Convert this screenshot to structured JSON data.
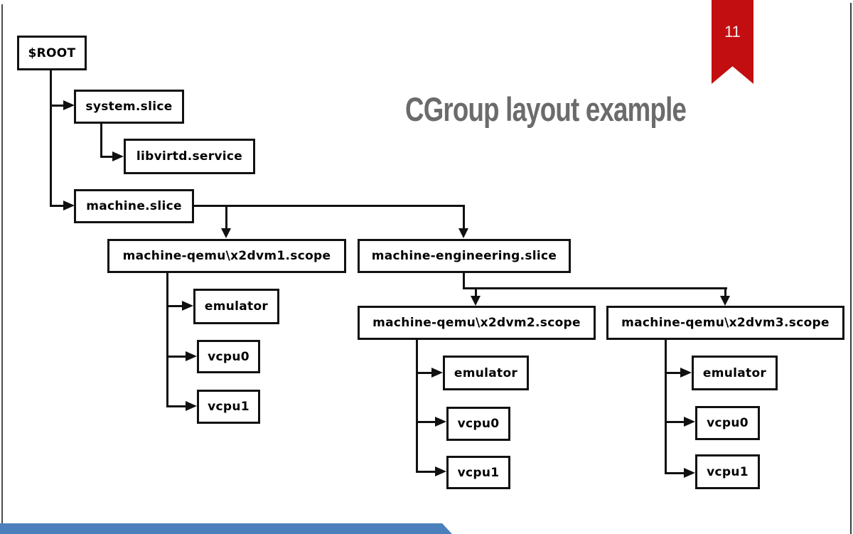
{
  "slide": {
    "page_number": "11",
    "title": "CGroup layout example"
  },
  "colors": {
    "ribbon_red": "#c30e11",
    "title_gray": "#6b6b6b",
    "bar_blue": "#4c80bd",
    "line_black": "#111111",
    "border_gray": "#4d4d4d"
  },
  "tree": {
    "root": "$ROOT",
    "system_slice": "system.slice",
    "libvirtd_service": "libvirtd.service",
    "machine_slice": "machine.slice",
    "vm1_scope": "machine-qemu\\x2dvm1.scope",
    "engineering_slice": "machine-engineering.slice",
    "vm2_scope": "machine-qemu\\x2dvm2.scope",
    "vm3_scope": "machine-qemu\\x2dvm3.scope",
    "emulator": "emulator",
    "vcpu0": "vcpu0",
    "vcpu1": "vcpu1"
  }
}
